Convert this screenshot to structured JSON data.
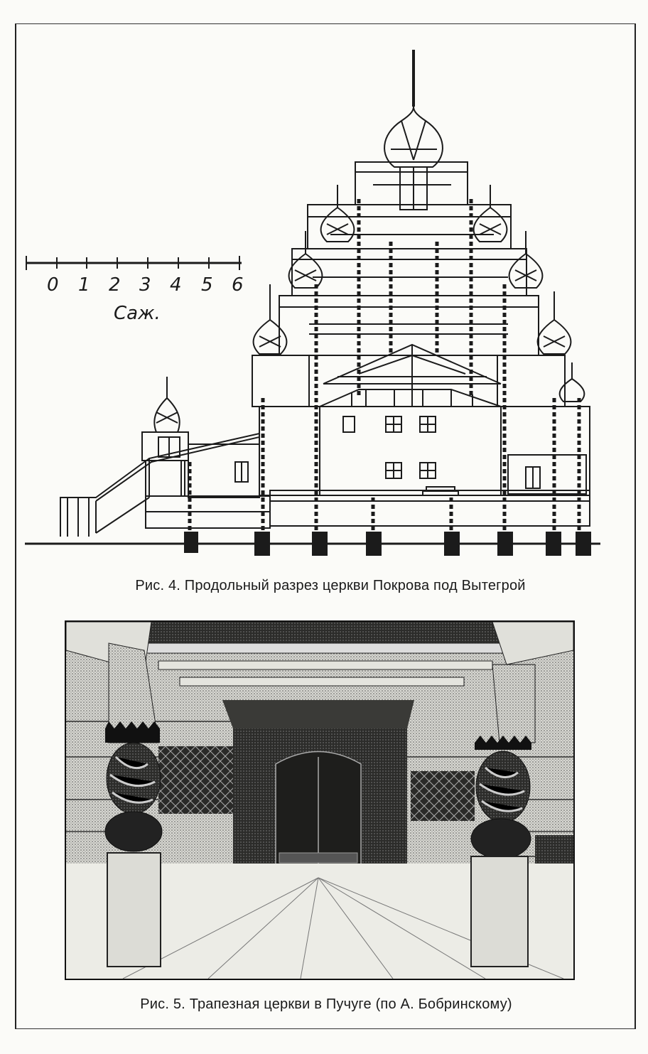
{
  "scale": {
    "numbers": [
      "0",
      "1",
      "2",
      "3",
      "4",
      "5",
      "6"
    ],
    "unit": "Саж."
  },
  "captions": {
    "fig4": "Рис. 4. Продольный разрез церкви Покрова под Вытегрой",
    "fig5": "Рис. 5. Трапезная церкви в Пучуге (по А. Бобринскому)"
  }
}
